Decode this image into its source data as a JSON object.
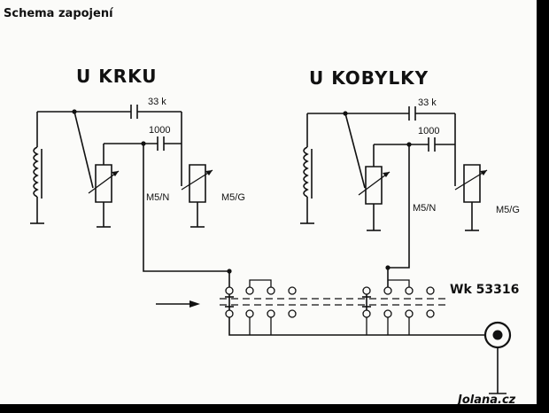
{
  "header": {
    "title": "Schema zapojení"
  },
  "left_circuit": {
    "title": "U KRKU",
    "cap_top_label": "33 k",
    "cap_mid_label": "1000",
    "pot_n_label": "M5/N",
    "pot_g_label": "M5/G"
  },
  "right_circuit": {
    "title": "U KOBYLKY",
    "cap_top_label": "33 k",
    "cap_mid_label": "1000",
    "pot_n_label": "M5/N",
    "pot_g_label": "M5/G"
  },
  "switch": {
    "label": "Wk 53316"
  },
  "watermark": {
    "text": "Jolana.cz"
  },
  "colors": {
    "paper": "#fbfbf9",
    "ink": "#111111",
    "border": "#000000"
  }
}
